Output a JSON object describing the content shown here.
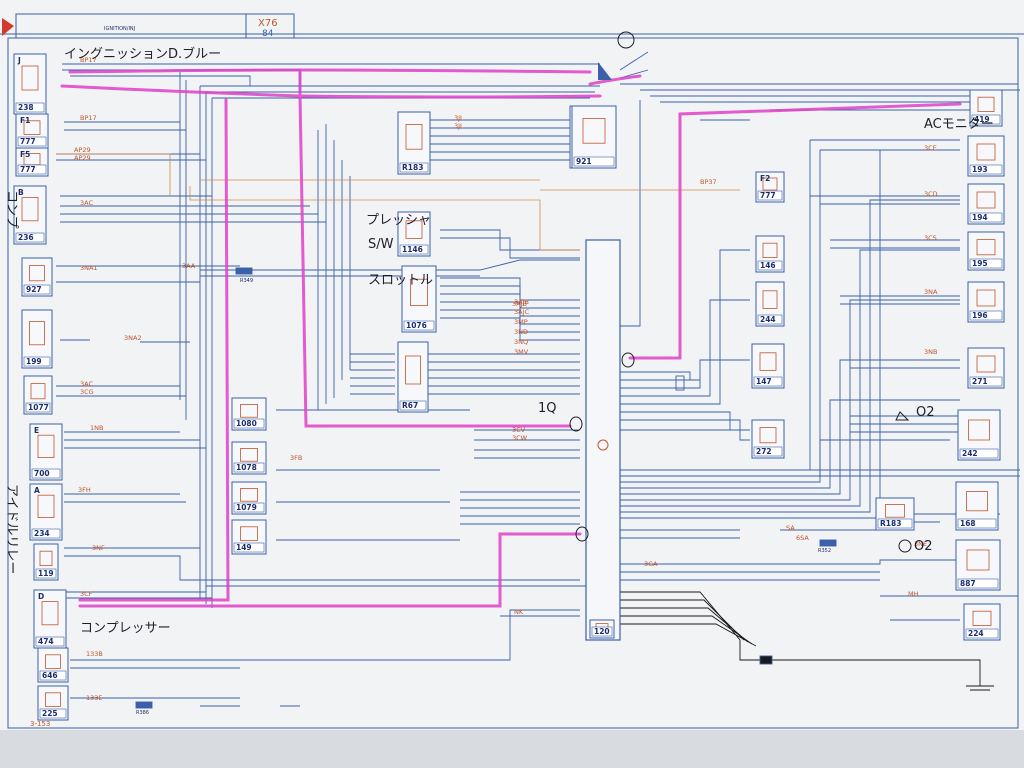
{
  "title_block": {
    "code": "X76",
    "sheet": "84",
    "subtitle": "IGNITION/INJ"
  },
  "page_ref": "3-153",
  "colors": {
    "wire": "#3b5fa8",
    "label": "#c0562a",
    "highlight": "#e040c8",
    "paper": "#f2f3f5",
    "handwriting": "#1e1e2a"
  },
  "handwritten": {
    "ignition": "イングニッションD.ブルー",
    "pressure": "プレッシャ",
    "pressure_sw": "S/W",
    "throttle": "スロットル",
    "ac": "ACモニター",
    "compressor": "コンプレッサー",
    "left_relay_a": "コンプ",
    "left_relay_b": "アイドルリレー",
    "mark_1q": "1Q",
    "mark_o2a": "O2",
    "mark_o2b": "O2"
  },
  "components": [
    {
      "id": "238",
      "letter": "J"
    },
    {
      "id": "777",
      "letter": "F1"
    },
    {
      "id": "777",
      "letter": "F5"
    },
    {
      "id": "236",
      "letter": "B"
    },
    {
      "id": "927",
      "letter": ""
    },
    {
      "id": "199",
      "letter": ""
    },
    {
      "id": "1077",
      "letter": ""
    },
    {
      "id": "700",
      "letter": "E"
    },
    {
      "id": "234",
      "letter": "A"
    },
    {
      "id": "119",
      "letter": ""
    },
    {
      "id": "474",
      "letter": "D"
    },
    {
      "id": "646",
      "letter": ""
    },
    {
      "id": "225",
      "letter": ""
    },
    {
      "id": "R183",
      "letter": ""
    },
    {
      "id": "921",
      "letter": ""
    },
    {
      "id": "1146",
      "letter": ""
    },
    {
      "id": "1076",
      "letter": ""
    },
    {
      "id": "R67",
      "letter": ""
    },
    {
      "id": "1080",
      "letter": ""
    },
    {
      "id": "1078",
      "letter": ""
    },
    {
      "id": "1079",
      "letter": ""
    },
    {
      "id": "149",
      "letter": ""
    },
    {
      "id": "120",
      "letter": ""
    },
    {
      "id": "146",
      "letter": ""
    },
    {
      "id": "244",
      "letter": ""
    },
    {
      "id": "147",
      "letter": ""
    },
    {
      "id": "272",
      "letter": ""
    },
    {
      "id": "777",
      "letter": "F2"
    },
    {
      "id": "419",
      "letter": ""
    },
    {
      "id": "193",
      "letter": ""
    },
    {
      "id": "194",
      "letter": ""
    },
    {
      "id": "195",
      "letter": ""
    },
    {
      "id": "196",
      "letter": ""
    },
    {
      "id": "271",
      "letter": ""
    },
    {
      "id": "242",
      "letter": ""
    },
    {
      "id": "168",
      "letter": ""
    },
    {
      "id": "887",
      "letter": ""
    },
    {
      "id": "224",
      "letter": ""
    },
    {
      "id": "R183",
      "letter": ""
    }
  ],
  "wire_labels": {
    "a1": "BP17",
    "a2": "BP17",
    "a3": "AP29",
    "a4": "AP29",
    "a5": "3AC",
    "a6": "3NA1",
    "a7": "3NA2",
    "a8": "3AA",
    "a9": "1NB",
    "a10": "3AJB",
    "a11": "3CV",
    "a12": "3CW",
    "a13": "3JL",
    "a14": "3JL",
    "a15": "3AC",
    "a16": "3CG",
    "a17": "3FB",
    "a18": "3FH",
    "a19": "SA",
    "a20": "6SA",
    "a21": "3NF",
    "a22": "3CF",
    "a23": "BP37",
    "a24": "3CE",
    "a25": "3CD",
    "a26": "3CS",
    "a27": "3NA",
    "a28": "3NB",
    "a29": "133B",
    "a30": "133E",
    "a31": "3GA",
    "a32": "3NE",
    "a33": "NK",
    "a34": "MH"
  },
  "splices": [
    "R349",
    "R352",
    "R386"
  ],
  "connectors_misc": [
    "3AJB",
    "3AJC",
    "3MP",
    "3ND",
    "3NQ",
    "3MV"
  ]
}
